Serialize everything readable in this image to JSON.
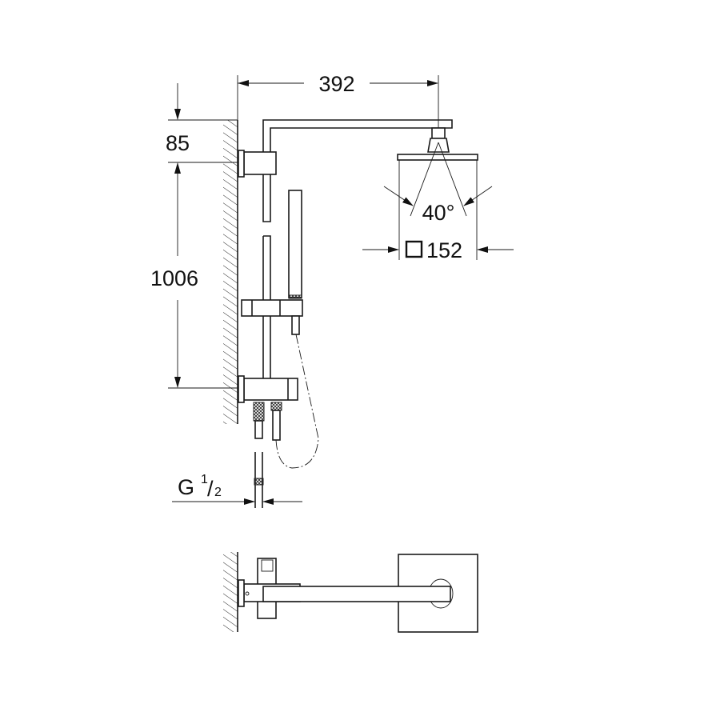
{
  "dimensions": {
    "arm_projection": "392",
    "arm_height_above_bracket": "85",
    "bracket_spacing": "1006",
    "spray_angle": "40°",
    "head_size": "152",
    "connection_prefix": "G",
    "connection_num": "1",
    "connection_den": "2"
  },
  "colors": {
    "line": "#1a1a1a",
    "background": "#ffffff"
  }
}
